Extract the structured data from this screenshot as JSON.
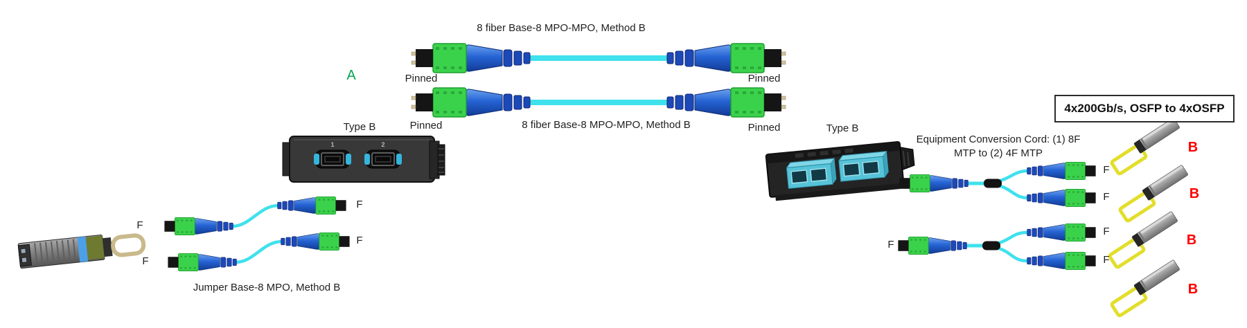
{
  "labels": {
    "trunk_caption": "8 fiber Base-8 MPO-MPO, Method B",
    "pinned": "Pinned",
    "female": "F",
    "type_b": "Type B",
    "endpoint_a": "A",
    "endpoint_b": "B",
    "jumper_caption": "Jumper Base-8 MPO, Method B",
    "conversion_line1": "Equipment Conversion Cord: (1) 8F",
    "conversion_line2": "MTP to (2) 4F MTP",
    "osfp_box_title": "4x200Gb/s, OSFP to 4xOSFP",
    "port_1": "1",
    "port_2": "2"
  },
  "colors": {
    "cable_aqua": "#3FE1ED",
    "connector_green": "#3BD24B",
    "boot_blue": "#1E5FD6",
    "adapter_aqua": "#57C3D8",
    "transceiver_yellow": "#E2DE2B",
    "endpoint_a_green": "#00A651",
    "endpoint_b_red": "#FF0000"
  }
}
